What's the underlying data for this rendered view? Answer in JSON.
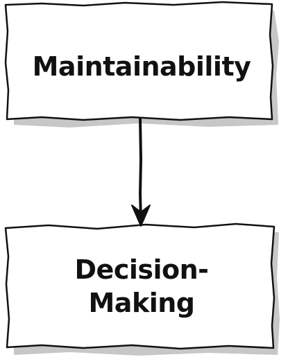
{
  "diagram": {
    "nodes": [
      {
        "id": "maintainability",
        "lines": [
          "Maintainability"
        ]
      },
      {
        "id": "decision-making",
        "lines": [
          "Decision-",
          "Making"
        ]
      }
    ],
    "edges": [
      {
        "from": "maintainability",
        "to": "decision-making",
        "style": "arrow"
      }
    ],
    "colors": {
      "stroke": "#111111",
      "fill": "#ffffff",
      "shadow": "#bfbfbf",
      "text": "#111111"
    }
  }
}
